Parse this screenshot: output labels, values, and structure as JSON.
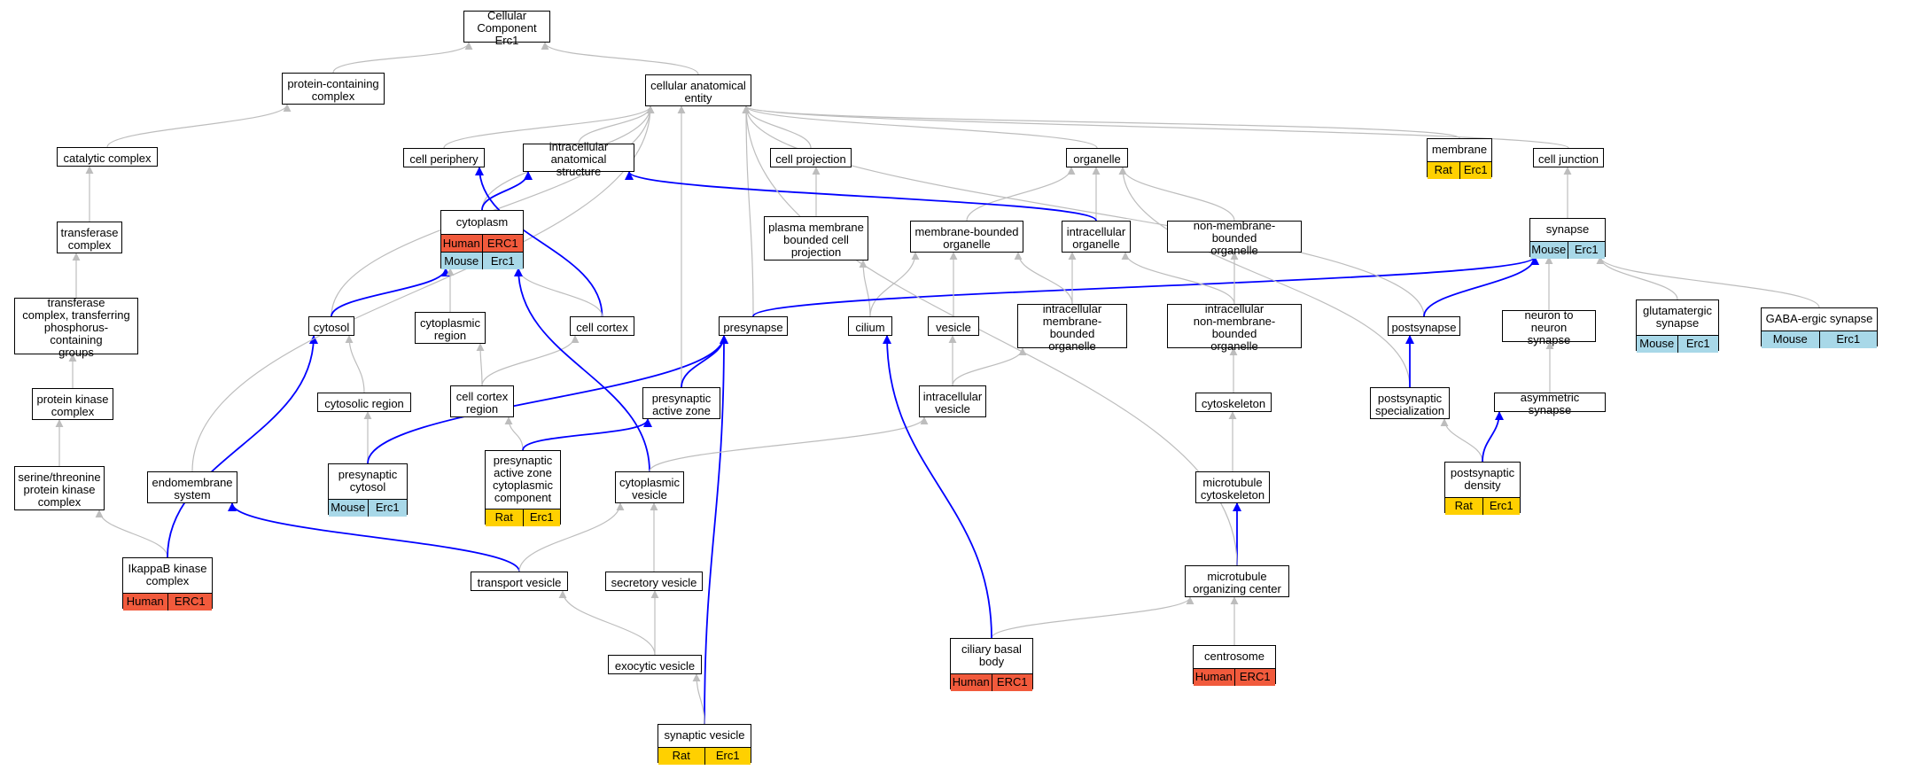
{
  "colors": {
    "gray_edge": "#bdbdbd",
    "blue_edge": "#0000ff",
    "human": "#f15a3c",
    "mouse": "#a8d8e8",
    "rat": "#ffd000"
  },
  "nodes": [
    {
      "id": "cc",
      "label": "Cellular Component\nErc1"
    },
    {
      "id": "pcc",
      "label": "protein-containing\ncomplex"
    },
    {
      "id": "cae",
      "label": "cellular anatomical\nentity"
    },
    {
      "id": "catc",
      "label": "catalytic complex"
    },
    {
      "id": "tc",
      "label": "transferase\ncomplex"
    },
    {
      "id": "tcp",
      "label": "transferase\ncomplex, transferring\nphosphorus-containing\ngroups"
    },
    {
      "id": "pkc",
      "label": "protein kinase\ncomplex"
    },
    {
      "id": "stpk",
      "label": "serine/threonine\nprotein kinase\ncomplex"
    },
    {
      "id": "ikk",
      "label": "IkappaB kinase\ncomplex",
      "species": "Human",
      "gene": "ERC1"
    },
    {
      "id": "endo",
      "label": "endomembrane\nsystem"
    },
    {
      "id": "cper",
      "label": "cell periphery"
    },
    {
      "id": "ias",
      "label": "intracellular\nanatomical structure"
    },
    {
      "id": "cyto",
      "label": "cytoplasm",
      "annotations": [
        {
          "species": "Human",
          "gene": "ERC1"
        },
        {
          "species": "Mouse",
          "gene": "Erc1"
        }
      ]
    },
    {
      "id": "cytosol",
      "label": "cytosol"
    },
    {
      "id": "cytreg",
      "label": "cytoplasmic\nregion"
    },
    {
      "id": "ccortex",
      "label": "cell cortex"
    },
    {
      "id": "cytosreg",
      "label": "cytosolic region"
    },
    {
      "id": "ccreg",
      "label": "cell cortex\nregion"
    },
    {
      "id": "pcyt",
      "label": "presynaptic\ncytosol",
      "species": "Mouse",
      "gene": "Erc1"
    },
    {
      "id": "pazcc",
      "label": "presynaptic\nactive zone\ncytoplasmic\ncomponent",
      "species": "Rat",
      "gene": "Erc1"
    },
    {
      "id": "cproj",
      "label": "cell projection"
    },
    {
      "id": "pmbcp",
      "label": "plasma membrane\nbounded cell\nprojection"
    },
    {
      "id": "presyn",
      "label": "presynapse"
    },
    {
      "id": "paz",
      "label": "presynaptic\nactive zone"
    },
    {
      "id": "cilium",
      "label": "cilium"
    },
    {
      "id": "cves",
      "label": "cytoplasmic\nvesicle"
    },
    {
      "id": "tves",
      "label": "transport vesicle"
    },
    {
      "id": "sves",
      "label": "secretory vesicle"
    },
    {
      "id": "eves",
      "label": "exocytic vesicle"
    },
    {
      "id": "synves",
      "label": "synaptic vesicle",
      "species": "Rat",
      "gene": "Erc1"
    },
    {
      "id": "organelle",
      "label": "organelle"
    },
    {
      "id": "mbo",
      "label": "membrane-bounded\norganelle"
    },
    {
      "id": "io",
      "label": "intracellular\norganelle"
    },
    {
      "id": "nmbo",
      "label": "non-membrane-bounded\norganelle"
    },
    {
      "id": "vesicle",
      "label": "vesicle"
    },
    {
      "id": "imbo",
      "label": "intracellular\nmembrane-bounded\norganelle"
    },
    {
      "id": "inmbo",
      "label": "intracellular\nnon-membrane-bounded\norganelle"
    },
    {
      "id": "iv",
      "label": "intracellular\nvesicle"
    },
    {
      "id": "cskel",
      "label": "cytoskeleton"
    },
    {
      "id": "mtcs",
      "label": "microtubule\ncytoskeleton"
    },
    {
      "id": "mtoc",
      "label": "microtubule\norganizing center"
    },
    {
      "id": "cbb",
      "label": "ciliary basal\nbody",
      "species": "Human",
      "gene": "ERC1"
    },
    {
      "id": "centro",
      "label": "centrosome",
      "species": "Human",
      "gene": "ERC1"
    },
    {
      "id": "membrane",
      "label": "membrane",
      "species": "Rat",
      "gene": "Erc1"
    },
    {
      "id": "cjunc",
      "label": "cell junction"
    },
    {
      "id": "synapse",
      "label": "synapse",
      "species": "Mouse",
      "gene": "Erc1"
    },
    {
      "id": "postsyn",
      "label": "postsynapse"
    },
    {
      "id": "psspec",
      "label": "postsynaptic\nspecialization"
    },
    {
      "id": "psd",
      "label": "postsynaptic\ndensity",
      "species": "Rat",
      "gene": "Erc1"
    },
    {
      "id": "nns",
      "label": "neuron to neuron\nsynapse"
    },
    {
      "id": "asyn",
      "label": "asymmetric synapse"
    },
    {
      "id": "glut",
      "label": "glutamatergic\nsynapse",
      "species": "Mouse",
      "gene": "Erc1"
    },
    {
      "id": "gaba",
      "label": "GABA-ergic synapse",
      "species": "Mouse",
      "gene": "Erc1"
    }
  ],
  "edges": [
    {
      "from": "pcc",
      "to": "cc",
      "kind": "gray"
    },
    {
      "from": "cae",
      "to": "cc",
      "kind": "gray"
    },
    {
      "from": "catc",
      "to": "pcc",
      "kind": "gray"
    },
    {
      "from": "tc",
      "to": "catc",
      "kind": "gray"
    },
    {
      "from": "tcp",
      "to": "tc",
      "kind": "gray"
    },
    {
      "from": "pkc",
      "to": "tcp",
      "kind": "gray"
    },
    {
      "from": "stpk",
      "to": "pkc",
      "kind": "gray"
    },
    {
      "from": "ikk",
      "to": "stpk",
      "kind": "gray"
    },
    {
      "from": "ikk",
      "to": "cytosol",
      "kind": "blue"
    },
    {
      "from": "endo",
      "to": "cae",
      "kind": "gray"
    },
    {
      "from": "tves",
      "to": "endo",
      "kind": "blue"
    },
    {
      "from": "cper",
      "to": "cae",
      "kind": "gray"
    },
    {
      "from": "ias",
      "to": "cae",
      "kind": "gray"
    },
    {
      "from": "cyto",
      "to": "cae",
      "kind": "gray"
    },
    {
      "from": "cytosol",
      "to": "cae",
      "kind": "gray"
    },
    {
      "from": "cyto",
      "to": "ias",
      "kind": "blue"
    },
    {
      "from": "cytosol",
      "to": "cyto",
      "kind": "blue"
    },
    {
      "from": "ccortex",
      "to": "cper",
      "kind": "blue"
    },
    {
      "from": "ccortex",
      "to": "cyto",
      "kind": "gray"
    },
    {
      "from": "cytreg",
      "to": "cyto",
      "kind": "gray"
    },
    {
      "from": "cytosreg",
      "to": "cytosol",
      "kind": "gray"
    },
    {
      "from": "ccreg",
      "to": "cytreg",
      "kind": "gray"
    },
    {
      "from": "ccreg",
      "to": "ccortex",
      "kind": "gray"
    },
    {
      "from": "pcyt",
      "to": "cytosreg",
      "kind": "gray"
    },
    {
      "from": "pcyt",
      "to": "presyn",
      "kind": "blue"
    },
    {
      "from": "pazcc",
      "to": "ccreg",
      "kind": "gray"
    },
    {
      "from": "pazcc",
      "to": "paz",
      "kind": "blue"
    },
    {
      "from": "cves",
      "to": "cyto",
      "kind": "blue"
    },
    {
      "from": "cproj",
      "to": "cae",
      "kind": "gray"
    },
    {
      "from": "pmbcp",
      "to": "cproj",
      "kind": "gray"
    },
    {
      "from": "cilium",
      "to": "pmbcp",
      "kind": "gray"
    },
    {
      "from": "cilium",
      "to": "mbo",
      "kind": "gray"
    },
    {
      "from": "presyn",
      "to": "cae",
      "kind": "gray"
    },
    {
      "from": "presyn",
      "to": "synapse",
      "kind": "blue"
    },
    {
      "from": "paz",
      "to": "cae",
      "kind": "gray"
    },
    {
      "from": "paz",
      "to": "presyn",
      "kind": "blue"
    },
    {
      "from": "synves",
      "to": "presyn",
      "kind": "blue"
    },
    {
      "from": "cves",
      "to": "iv",
      "kind": "gray"
    },
    {
      "from": "tves",
      "to": "cves",
      "kind": "gray"
    },
    {
      "from": "sves",
      "to": "cves",
      "kind": "gray"
    },
    {
      "from": "eves",
      "to": "tves",
      "kind": "gray"
    },
    {
      "from": "eves",
      "to": "sves",
      "kind": "gray"
    },
    {
      "from": "synves",
      "to": "eves",
      "kind": "gray"
    },
    {
      "from": "organelle",
      "to": "cae",
      "kind": "gray"
    },
    {
      "from": "mbo",
      "to": "organelle",
      "kind": "gray"
    },
    {
      "from": "io",
      "to": "organelle",
      "kind": "gray"
    },
    {
      "from": "nmbo",
      "to": "organelle",
      "kind": "gray"
    },
    {
      "from": "io",
      "to": "ias",
      "kind": "blue"
    },
    {
      "from": "vesicle",
      "to": "mbo",
      "kind": "gray"
    },
    {
      "from": "imbo",
      "to": "mbo",
      "kind": "gray"
    },
    {
      "from": "imbo",
      "to": "io",
      "kind": "gray"
    },
    {
      "from": "inmbo",
      "to": "io",
      "kind": "gray"
    },
    {
      "from": "inmbo",
      "to": "nmbo",
      "kind": "gray"
    },
    {
      "from": "iv",
      "to": "vesicle",
      "kind": "gray"
    },
    {
      "from": "iv",
      "to": "imbo",
      "kind": "gray"
    },
    {
      "from": "cskel",
      "to": "inmbo",
      "kind": "gray"
    },
    {
      "from": "mtcs",
      "to": "cskel",
      "kind": "gray"
    },
    {
      "from": "mtoc",
      "to": "mtcs",
      "kind": "blue"
    },
    {
      "from": "mtoc",
      "to": "cae",
      "kind": "gray"
    },
    {
      "from": "cbb",
      "to": "mtoc",
      "kind": "gray"
    },
    {
      "from": "cbb",
      "to": "cilium",
      "kind": "blue"
    },
    {
      "from": "centro",
      "to": "mtoc",
      "kind": "gray"
    },
    {
      "from": "membrane",
      "to": "cae",
      "kind": "gray"
    },
    {
      "from": "cjunc",
      "to": "cae",
      "kind": "gray"
    },
    {
      "from": "synapse",
      "to": "cjunc",
      "kind": "gray"
    },
    {
      "from": "postsyn",
      "to": "cae",
      "kind": "gray"
    },
    {
      "from": "postsyn",
      "to": "synapse",
      "kind": "blue"
    },
    {
      "from": "psspec",
      "to": "organelle",
      "kind": "gray"
    },
    {
      "from": "psspec",
      "to": "postsyn",
      "kind": "blue"
    },
    {
      "from": "psd",
      "to": "psspec",
      "kind": "gray"
    },
    {
      "from": "psd",
      "to": "asyn",
      "kind": "blue"
    },
    {
      "from": "nns",
      "to": "synapse",
      "kind": "gray"
    },
    {
      "from": "asyn",
      "to": "nns",
      "kind": "gray"
    },
    {
      "from": "glut",
      "to": "synapse",
      "kind": "gray"
    },
    {
      "from": "gaba",
      "to": "synapse",
      "kind": "gray"
    }
  ]
}
